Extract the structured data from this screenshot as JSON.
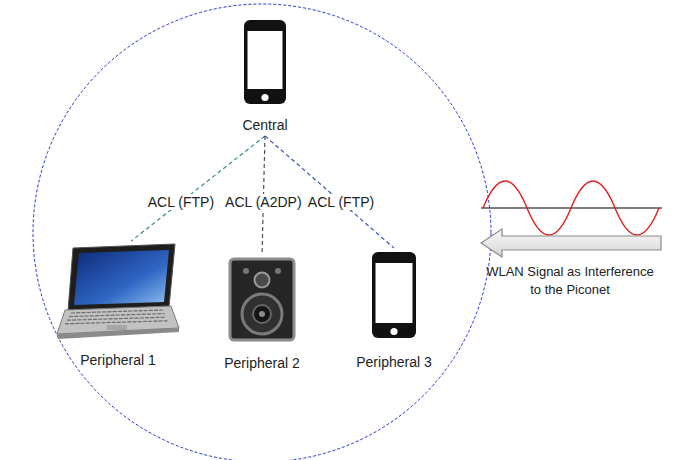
{
  "diagram": {
    "nodes": [
      {
        "text": [
          "Central"
        ]
      },
      {
        "text": [
          "Peripheral 1"
        ]
      },
      {
        "text": [
          "Peripheral 2"
        ]
      },
      {
        "text": [
          "Peripheral 3"
        ]
      }
    ],
    "edges": [
      {
        "from": 0,
        "to": 1,
        "label": "ACL (FTP)",
        "arrow": "none"
      },
      {
        "from": 0,
        "to": 2,
        "label": "ACL (A2DP)",
        "arrow": "none"
      },
      {
        "from": 0,
        "to": 3,
        "label": "ACL (FTP)",
        "arrow": "none"
      }
    ],
    "labels": [
      "WLAN Signal as Interference to the Piconet"
    ]
  }
}
